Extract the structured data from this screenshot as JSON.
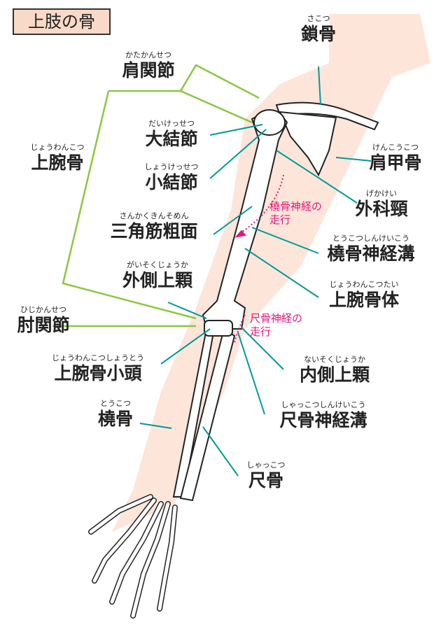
{
  "title": "上肢の骨",
  "labels": {
    "sakotsu": {
      "ruby": "さこつ",
      "text": "鎖骨"
    },
    "katakansetsu": {
      "ruby": "かたかんせつ",
      "text": "肩関節"
    },
    "kenkoukotsu": {
      "ruby": "けんこうこつ",
      "text": "肩甲骨"
    },
    "daikessetsu": {
      "ruby": "だいけっせつ",
      "text": "大結節"
    },
    "jouwankotsu": {
      "ruby": "じょうわんこつ",
      "text": "上腕骨"
    },
    "shoukessetsu": {
      "ruby": "しょうけっせつ",
      "text": "小結節"
    },
    "gekakei": {
      "ruby": "げかけい",
      "text": "外科頸"
    },
    "sankakukin": {
      "ruby": "さんかくきんそめん",
      "text": "三角筋粗面"
    },
    "toukotsushinkeikou": {
      "ruby": "とうこつしんけいこう",
      "text": "橈骨神経溝"
    },
    "gaisokujouka": {
      "ruby": "がいそくじょうか",
      "text": "外側上顆"
    },
    "jouwankotsutai": {
      "ruby": "じょうわんこつたい",
      "text": "上腕骨体"
    },
    "hijikansetsu": {
      "ruby": "ひじかんせつ",
      "text": "肘関節"
    },
    "shoutou": {
      "ruby": "じょうわんこつしょうとう",
      "text": "上腕骨小頭"
    },
    "naisokujouka": {
      "ruby": "ないそくじょうか",
      "text": "内側上顆"
    },
    "toukotsu": {
      "ruby": "とうこつ",
      "text": "橈骨"
    },
    "shakkotsushinkeikou": {
      "ruby": "しゃっこつしんけいこう",
      "text": "尺骨神経溝"
    },
    "shakkotsu": {
      "ruby": "しゃっこつ",
      "text": "尺骨"
    }
  },
  "nerves": {
    "radial": [
      "橈骨神経の",
      "走行"
    ],
    "ulnar": [
      "尺骨神経の",
      "走行"
    ]
  },
  "colors": {
    "leader": "#00999a",
    "bracket": "#8cc63f",
    "nerve": "#e0197d",
    "skin": "#fde5da"
  }
}
